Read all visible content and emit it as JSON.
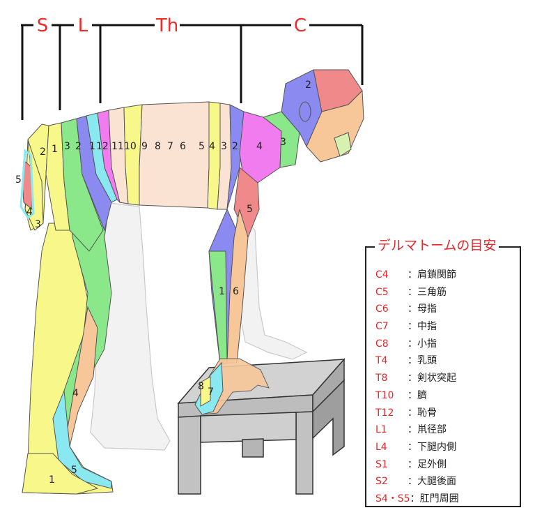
{
  "segments": {
    "S": "S",
    "L": "L",
    "Th": "Th",
    "C": "C"
  },
  "numbers": {
    "head_2": "2",
    "neck_3": "3",
    "shoulder_4": "4",
    "arm_5": "5",
    "arm_1": "1",
    "arm_6": "6",
    "hand_8": "8",
    "hand_7": "7",
    "back_s2": "2",
    "back_s1": "1",
    "back_l3": "3",
    "back_l2": "2",
    "back_l1": "1",
    "back_t12": "12",
    "back_t11": "11",
    "back_t10": "10",
    "back_t9": "9",
    "back_t8": "8",
    "back_t7": "7",
    "back_t6": "6",
    "back_t5": "5",
    "back_t4": "4",
    "back_t3": "3",
    "back_t2": "2",
    "buttock_5": "5",
    "buttock_4": "4",
    "buttock_3": "3",
    "leg_4": "4",
    "foot_5": "5",
    "foot_1": "1"
  },
  "legend": {
    "title": "デルマトームの目安",
    "items": [
      {
        "code": "C4",
        "sep": "：",
        "desc": "肩鎖関節"
      },
      {
        "code": "C5",
        "sep": "：",
        "desc": "三角筋"
      },
      {
        "code": "C6",
        "sep": "：",
        "desc": "母指"
      },
      {
        "code": "C7",
        "sep": "：",
        "desc": "中指"
      },
      {
        "code": "C8",
        "sep": "：",
        "desc": "小指"
      },
      {
        "code": "T4",
        "sep": "：",
        "desc": "乳頭"
      },
      {
        "code": "T8",
        "sep": "：",
        "desc": "剣状突起"
      },
      {
        "code": "T10",
        "sep": "：",
        "desc": "臍"
      },
      {
        "code": "T12",
        "sep": "：",
        "desc": "恥骨"
      },
      {
        "code": "L1",
        "sep": "：",
        "desc": "鼡径部"
      },
      {
        "code": "L4",
        "sep": "：",
        "desc": "下腿内側"
      },
      {
        "code": "S1",
        "sep": "：",
        "desc": "足外側"
      },
      {
        "code": "S2",
        "sep": "：",
        "desc": "大腿後面"
      },
      {
        "code": "S4・S5",
        "sep": "：",
        "desc": "肛門周囲"
      }
    ]
  },
  "colors": {
    "accent_red": "#e8262a",
    "pink": "#f08a8a",
    "blue": "#8a8af0",
    "magenta": "#f07cf0",
    "green": "#8ae88a",
    "yellow": "#f7f78a",
    "cyan": "#8ae8f0",
    "peach": "#f7c79a",
    "pale_peach": "#fbe3d4",
    "stool_gray": "#c8c8c8"
  }
}
